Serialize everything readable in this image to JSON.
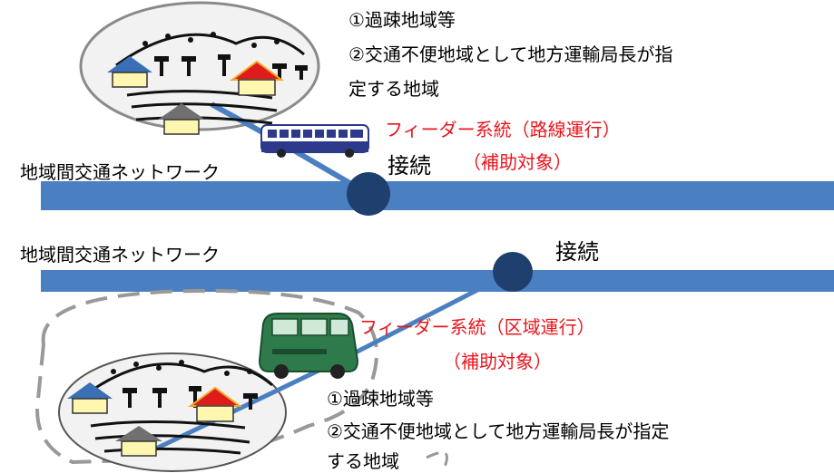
{
  "top": {
    "area_line1": "①過疎地域等",
    "area_line2a": "②交通不便地域として地方運輸局長が指",
    "area_line2b": "定する地域",
    "feeder_label": "フィーダー系統（路線運行）",
    "subsidy_label": "（補助対象）",
    "network_label": "地域間交通ネットワーク",
    "connect_label": "接続"
  },
  "bottom": {
    "network_label": "地域間交通ネットワーク",
    "connect_label": "接続",
    "feeder_label": "フィーダー系統（区域運行）",
    "subsidy_label": "（補助対象）",
    "area_line1": "①過疎地域等",
    "area_line2a": "②交通不便地域として地方運輸局長が指定",
    "area_line2b": "する地域"
  },
  "colors": {
    "network": "#4a7fc1",
    "node": "#1f3f6e",
    "feeder_text": "#e8161c",
    "house_blue": "#3a6fb5",
    "house_red": "#e01b1b",
    "house_gray": "#707070",
    "van": "#2e7a4a"
  }
}
